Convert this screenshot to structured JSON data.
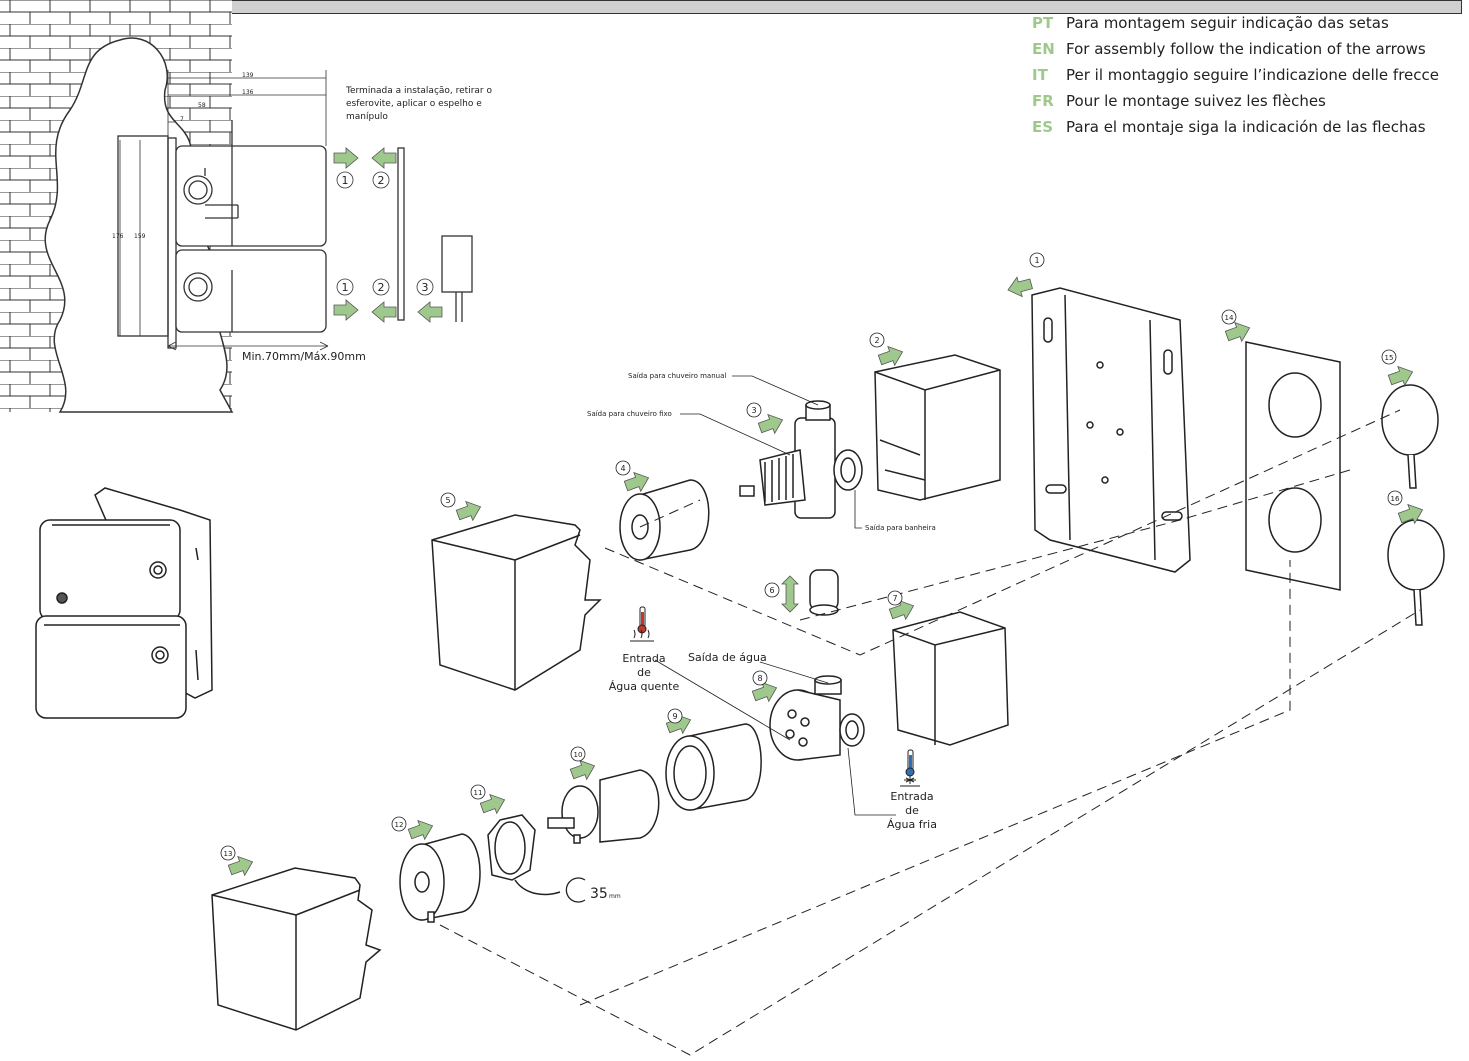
{
  "instructions": [
    {
      "code": "PT",
      "text": "Para montagem seguir indicação das setas"
    },
    {
      "code": "EN",
      "text": "For assembly follow the indication of the arrows"
    },
    {
      "code": "IT",
      "text": "Per il montaggio seguire l’indicazione delle frecce"
    },
    {
      "code": "FR",
      "text": "Pour le montage suivez les flèches"
    },
    {
      "code": "ES",
      "text": "Para el montaje siga la indicación de las flechas"
    }
  ],
  "installation_note": [
    "Terminada a instalação, retirar o",
    "esferovite, aplicar o espelho e",
    "manípulo"
  ],
  "dimensions": {
    "d139": "139",
    "d136": "136",
    "d58": "58",
    "d7": "7",
    "d176": "176",
    "d159": "159",
    "range": "Min.70mm/Máx.90mm"
  },
  "step_numbers_top": {
    "a1": "1",
    "a2": "2",
    "b1": "1",
    "b2": "2",
    "b3": "3"
  },
  "part_numbers": [
    "1",
    "2",
    "3",
    "4",
    "5",
    "6",
    "7",
    "8",
    "9",
    "10",
    "11",
    "12",
    "13",
    "14",
    "15",
    "16"
  ],
  "callouts": {
    "shower_manual": "Saída para chuveiro manual",
    "shower_fixed": "Saída para chuveiro fixo",
    "bath": "Saída para banheira",
    "water_out": "Saída de água",
    "hot_in": [
      "Entrada",
      "de",
      "Água quente"
    ],
    "cold_in": [
      "Entrada",
      "de",
      "Água fria"
    ],
    "wrench": "35",
    "wrench_unit": "mm"
  },
  "colors": {
    "accent_arrow": "#9fc98c",
    "hot": "#c0392b",
    "cold": "#2e6fb5",
    "line": "#222222"
  }
}
